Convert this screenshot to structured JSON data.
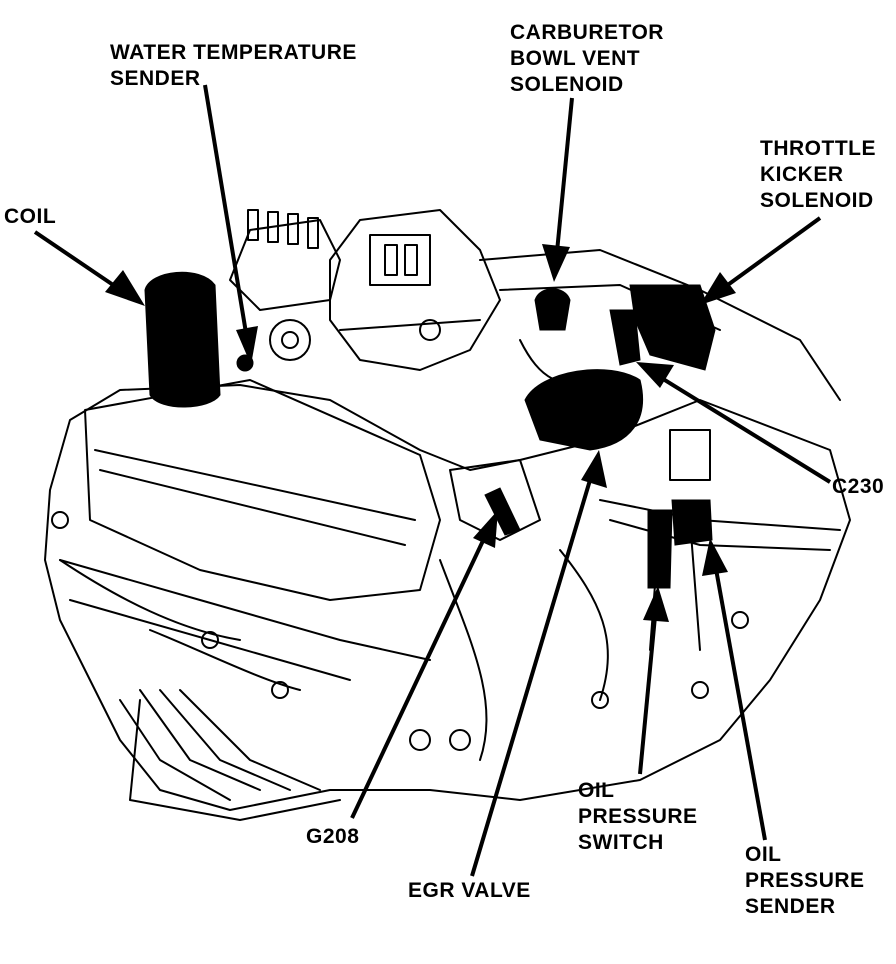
{
  "labels": {
    "water_temperature_sender": [
      "WATER TEMPERATURE",
      "SENDER"
    ],
    "carburetor_bowl_vent_solenoid": [
      "CARBURETOR",
      "BOWL VENT",
      "SOLENOID"
    ],
    "throttle_kicker_solenoid": [
      "THROTTLE",
      "KICKER",
      "SOLENOID"
    ],
    "coil": [
      "COIL"
    ],
    "c230": [
      "C230"
    ],
    "g208": [
      "G208"
    ],
    "egr_valve": [
      "EGR VALVE"
    ],
    "oil_pressure_switch": [
      "OIL",
      "PRESSURE",
      "SWITCH"
    ],
    "oil_pressure_sender": [
      "OIL",
      "PRESSURE",
      "SENDER"
    ]
  }
}
